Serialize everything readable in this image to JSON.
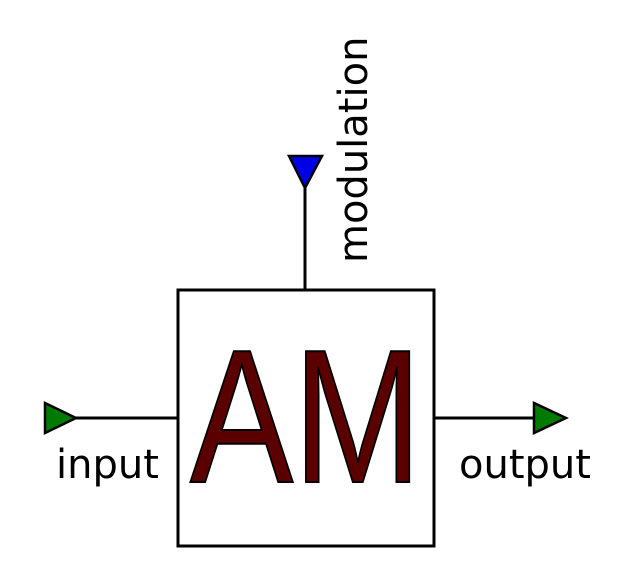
{
  "diagram": {
    "block": {
      "label": "AM",
      "label_color": "#5a0000",
      "border_color": "#000000",
      "fill_color": "#ffffff"
    },
    "ports": {
      "input": {
        "label": "input",
        "color": "#007a00"
      },
      "output": {
        "label": "output",
        "color": "#007a00"
      },
      "modulation": {
        "label": "modulation",
        "color": "#0000e6"
      }
    },
    "wire_color": "#000000"
  }
}
